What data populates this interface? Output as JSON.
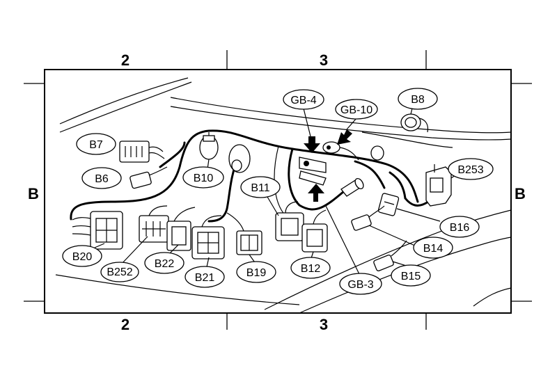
{
  "grid": {
    "top_columns": [
      "2",
      "3"
    ],
    "bottom_columns": [
      "2",
      "3"
    ],
    "left_row": "B",
    "right_row": "B"
  },
  "callouts": {
    "gb4": "GB-4",
    "gb10": "GB-10",
    "b8": "B8",
    "b7": "B7",
    "b6": "B6",
    "b10": "B10",
    "b11": "B11",
    "b253": "B253",
    "b16": "B16",
    "b14": "B14",
    "b15": "B15",
    "b20": "B20",
    "b252": "B252",
    "b22": "B22",
    "b21": "B21",
    "b19": "B19",
    "b12": "B12",
    "gb3": "GB-3"
  }
}
